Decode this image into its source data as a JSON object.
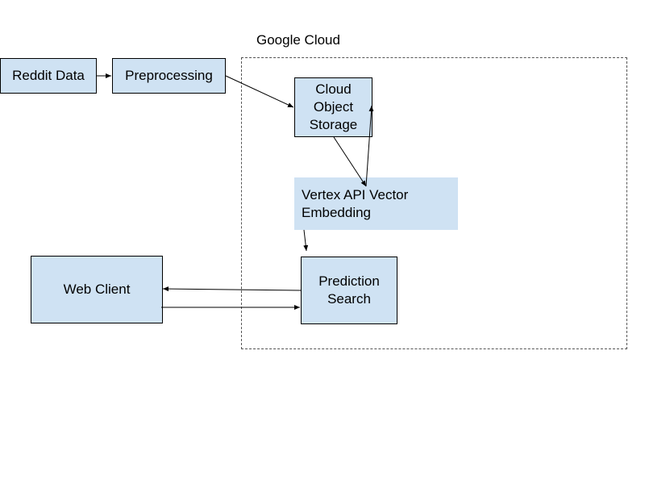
{
  "diagram": {
    "region": {
      "label": "Google Cloud"
    },
    "nodes": {
      "reddit_data": {
        "label": "Reddit Data"
      },
      "preprocessing": {
        "label": "Preprocessing"
      },
      "cloud_object_storage": {
        "label": "Cloud Object Storage"
      },
      "vertex_api": {
        "label": "Vertex API Vector Embedding"
      },
      "prediction_search": {
        "label": "Prediction Search"
      },
      "web_client": {
        "label": "Web Client"
      }
    },
    "edges": [
      {
        "from": "reddit_data",
        "to": "preprocessing"
      },
      {
        "from": "preprocessing",
        "to": "cloud_object_storage"
      },
      {
        "from": "cloud_object_storage",
        "to": "vertex_api"
      },
      {
        "from": "vertex_api",
        "to": "cloud_object_storage"
      },
      {
        "from": "vertex_api",
        "to": "prediction_search"
      },
      {
        "from": "prediction_search",
        "to": "web_client"
      },
      {
        "from": "web_client",
        "to": "prediction_search"
      }
    ],
    "colors": {
      "node_fill": "#cfe2f3",
      "node_border": "#000000",
      "edge": "#000000",
      "region_border": "#555555"
    }
  }
}
